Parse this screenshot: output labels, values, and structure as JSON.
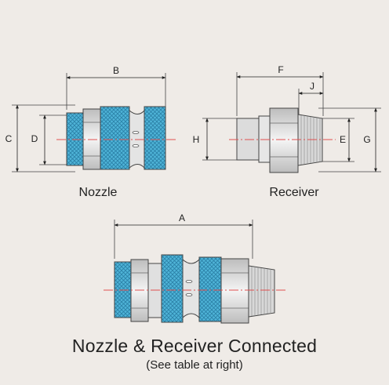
{
  "dimensions": {
    "A": "A",
    "B": "B",
    "C": "C",
    "D": "D",
    "E": "E",
    "F": "F",
    "G": "G",
    "H": "H",
    "J": "J"
  },
  "captions": {
    "nozzle": "Nozzle",
    "receiver": "Receiver",
    "connected": "Nozzle & Receiver Connected",
    "note": "(See table at right)"
  },
  "colors": {
    "background": "#efebe7",
    "knurl": "#4fb4d8",
    "metal": "#dcdcdc",
    "outline": "#444444",
    "centerline": "#e05050"
  }
}
